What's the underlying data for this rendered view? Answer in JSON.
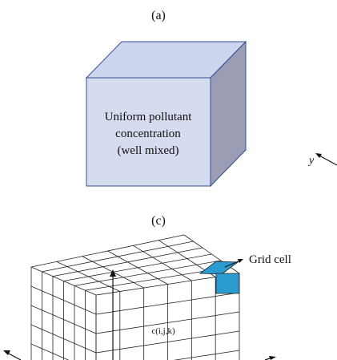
{
  "panel_a": {
    "label": "(a)",
    "box_text_lines": [
      "Uniform pollutant",
      "concentration",
      "(well mixed)"
    ]
  },
  "panel_c": {
    "label": "(c)",
    "callout": "Grid cell",
    "cell_label": "c(i,j,k)"
  },
  "axis_y_label": "y",
  "colors": {
    "cube_front": "#d6dcef",
    "cube_top": "#cdd5ec",
    "cube_side": "#9a9db3",
    "cube_edge": "#2e4f8f",
    "grid_cell_fill": "#2b9acf",
    "grid_line": "#222222"
  }
}
